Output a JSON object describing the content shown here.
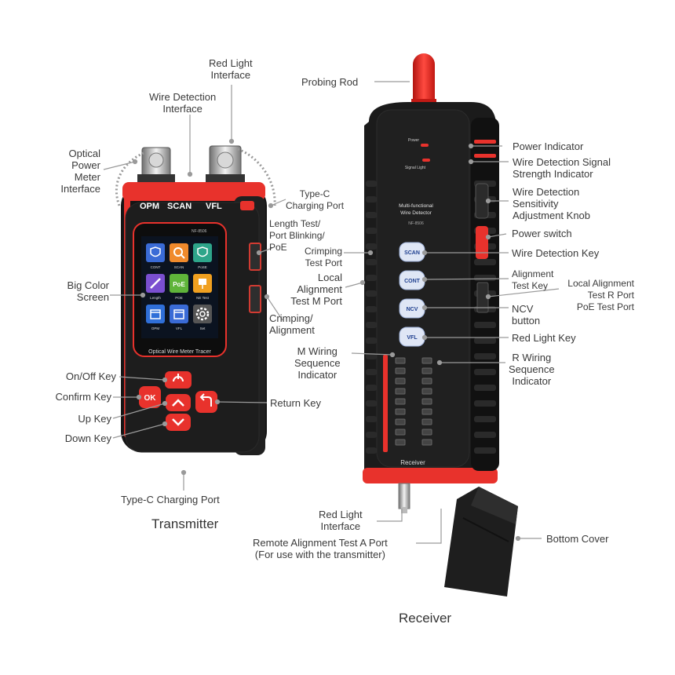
{
  "transmitter": {
    "caption": "Transmitter",
    "top_ports": [
      "OPM",
      "SCAN",
      "VFL"
    ],
    "model": "NF-8506",
    "screen_tiles": [
      {
        "label": "CONT",
        "color": "#3a6bd6",
        "icon": "shield-icon"
      },
      {
        "label": "SCAN",
        "color": "#f08a2c",
        "icon": "search-icon"
      },
      {
        "label": "PoSE",
        "color": "#2ea58a",
        "icon": "shield-check-icon"
      },
      {
        "label": "Length",
        "color": "#7a4fd0",
        "icon": "ruler-icon"
      },
      {
        "label": "POE",
        "color": "#5fb43a",
        "icon": "poe-icon"
      },
      {
        "label": "NE Test",
        "color": "#f0a020",
        "icon": "network-icon"
      },
      {
        "label": "OPM",
        "color": "#2f6fd8",
        "icon": "calendar-icon"
      },
      {
        "label": "VFL",
        "color": "#3a6bd6",
        "icon": "calendar-icon"
      },
      {
        "label": "Set",
        "color": "#555555",
        "icon": "gear-icon"
      }
    ],
    "poe_tile_text": "PoE",
    "brand_line": "Optical Wire Meter Tracer",
    "labels": {
      "red_light_interface": [
        "Red Light",
        "Interface"
      ],
      "wire_detection_interface": [
        "Wire Detection",
        "Interface"
      ],
      "optical_power_meter_interface": [
        "Optical",
        "Power",
        "Meter",
        "Interface"
      ],
      "type_c_charging_port_side": [
        "Type-C",
        "Charging Port"
      ],
      "length_test_port": [
        "Length Test/",
        "Port Blinking/",
        "PoE"
      ],
      "big_color_screen": [
        "Big Color",
        "Screen"
      ],
      "crimping_alignment": [
        "Crimping/",
        "Alignment"
      ],
      "on_off_key": "On/Off Key",
      "confirm_key": "Confirm Key",
      "up_key": "Up Key",
      "down_key": "Down Key",
      "return_key": "Return Key",
      "type_c_charging_port_bottom": "Type-C Charging Port"
    },
    "ok_key_text": "OK"
  },
  "receiver": {
    "caption": "Receiver",
    "name_lines": [
      "Multi-functional",
      "Wire Detector"
    ],
    "model": "NF-8506",
    "indicator_texts": [
      "Power",
      "Signal Light"
    ],
    "keys": [
      "SCAN",
      "CONT",
      "NCV",
      "VFL"
    ],
    "bottom_text": "Receiver",
    "labels": {
      "probing_rod": "Probing Rod",
      "power_indicator": "Power Indicator",
      "signal_indicator": [
        "Wire Detection Signal",
        "Strength Indicator"
      ],
      "sensitivity_knob": [
        "Wire Detection",
        "Sensitivity",
        "Adjustment Knob"
      ],
      "power_switch": "Power switch",
      "wire_detection_key": "Wire Detection Key",
      "alignment_test_key": [
        "Alignment",
        "Test Key"
      ],
      "local_alignment_r_port": [
        "Local Alignment",
        "Test R Port",
        "PoE Test Port"
      ],
      "ncv_button": [
        "NCV",
        "button"
      ],
      "red_light_key": "Red Light Key",
      "r_wiring_indicator": [
        "R Wiring",
        "Sequence",
        "Indicator"
      ],
      "crimping_test_port": [
        "Crimping",
        "Test Port"
      ],
      "local_alignment_m_port": [
        "Local",
        "Alignment",
        "Test M Port"
      ],
      "m_wiring_indicator": [
        "M Wiring",
        "Sequence",
        "Indicator"
      ],
      "red_light_interface_bottom": [
        "Red Light",
        "Interface"
      ],
      "remote_alignment_a_port": [
        "Remote Alignment Test A Port",
        "(For use with the transmitter)"
      ],
      "bottom_cover": "Bottom Cover"
    }
  },
  "colors": {
    "accent_red": "#e8322c",
    "body_black": "#1c1c1c"
  }
}
